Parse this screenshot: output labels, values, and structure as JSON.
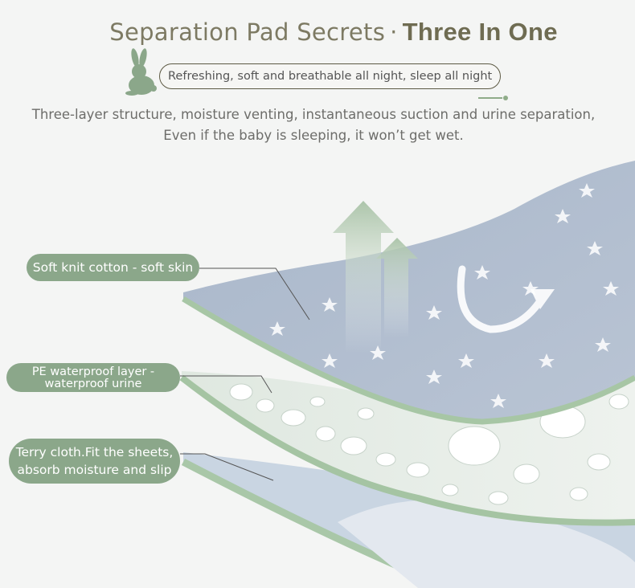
{
  "header": {
    "title_light": "Separation Pad Secrets",
    "title_sep": "·",
    "title_bold": "Three In One",
    "tagline": "Refreshing, soft and breathable all night, sleep all night"
  },
  "description": {
    "line1": "Three-layer structure, moisture venting, instantaneous suction and urine separation,",
    "line2": "Even if the baby is sleeping, it won’t get wet."
  },
  "layers": {
    "top_label": "Soft knit cotton - soft skin",
    "middle_label_line1": "PE waterproof layer -",
    "middle_label_line2": "waterproof urine",
    "bottom_label_line1": "Terry cloth.Fit the sheets,",
    "bottom_label_line2": "absorb moisture and slip"
  },
  "colors": {
    "title": "#7d7a63",
    "accent_green": "#8ba78a",
    "fabric_blue": "#aebacc",
    "background": "#f4f5f4"
  },
  "icons": [
    "rabbit-icon",
    "up-arrow-icon",
    "swirl-arrow-icon",
    "star-icon"
  ]
}
